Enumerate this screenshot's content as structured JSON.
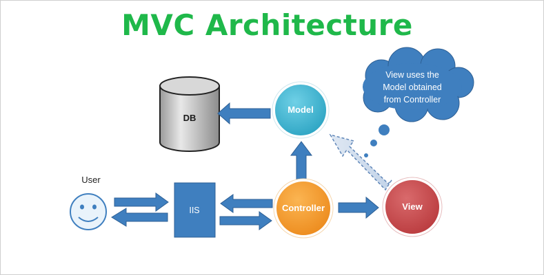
{
  "title": "MVC Architecture",
  "nodes": {
    "db": "DB",
    "model": "Model",
    "controller": "Controller",
    "view": "View",
    "iis": "IIS",
    "user": "User"
  },
  "callout": {
    "line1": "View uses the",
    "line2": "Model obtained",
    "line3": "from Controller"
  },
  "colors": {
    "title": "#1fb84a",
    "model": "#3fb6d2",
    "controller": "#f49a2b",
    "view": "#c84a4d",
    "iis": "#3f7fbf",
    "arrow": "#3f7fbf",
    "cloud": "#3f7fbf",
    "db": "#c9c9c9"
  }
}
